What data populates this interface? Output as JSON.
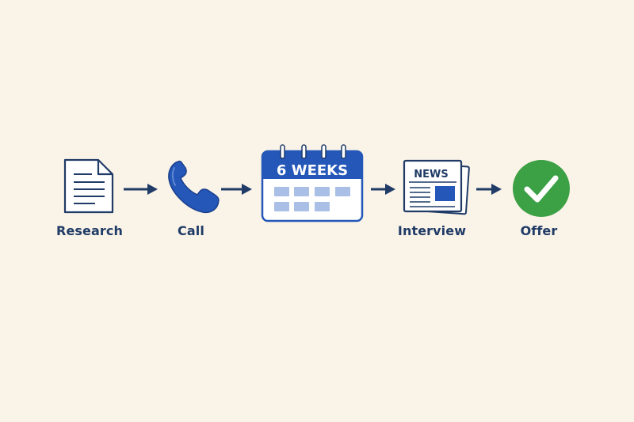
{
  "steps": {
    "research": {
      "label": "Research",
      "icon": "document-icon"
    },
    "call": {
      "label": "Call",
      "icon": "phone-icon"
    },
    "wait": {
      "calendar_text": "6 WEEKS",
      "icon": "calendar-icon"
    },
    "interview": {
      "label": "Interview",
      "newspaper_text": "NEWS",
      "icon": "newspaper-icon"
    },
    "offer": {
      "label": "Offer",
      "icon": "check-circle-icon"
    }
  },
  "colors": {
    "background": "#faf3e8",
    "ink": "#1f3b66",
    "brand_blue": "#2457b8",
    "light_blue": "#a9bfe6",
    "success_green": "#3ca044"
  }
}
